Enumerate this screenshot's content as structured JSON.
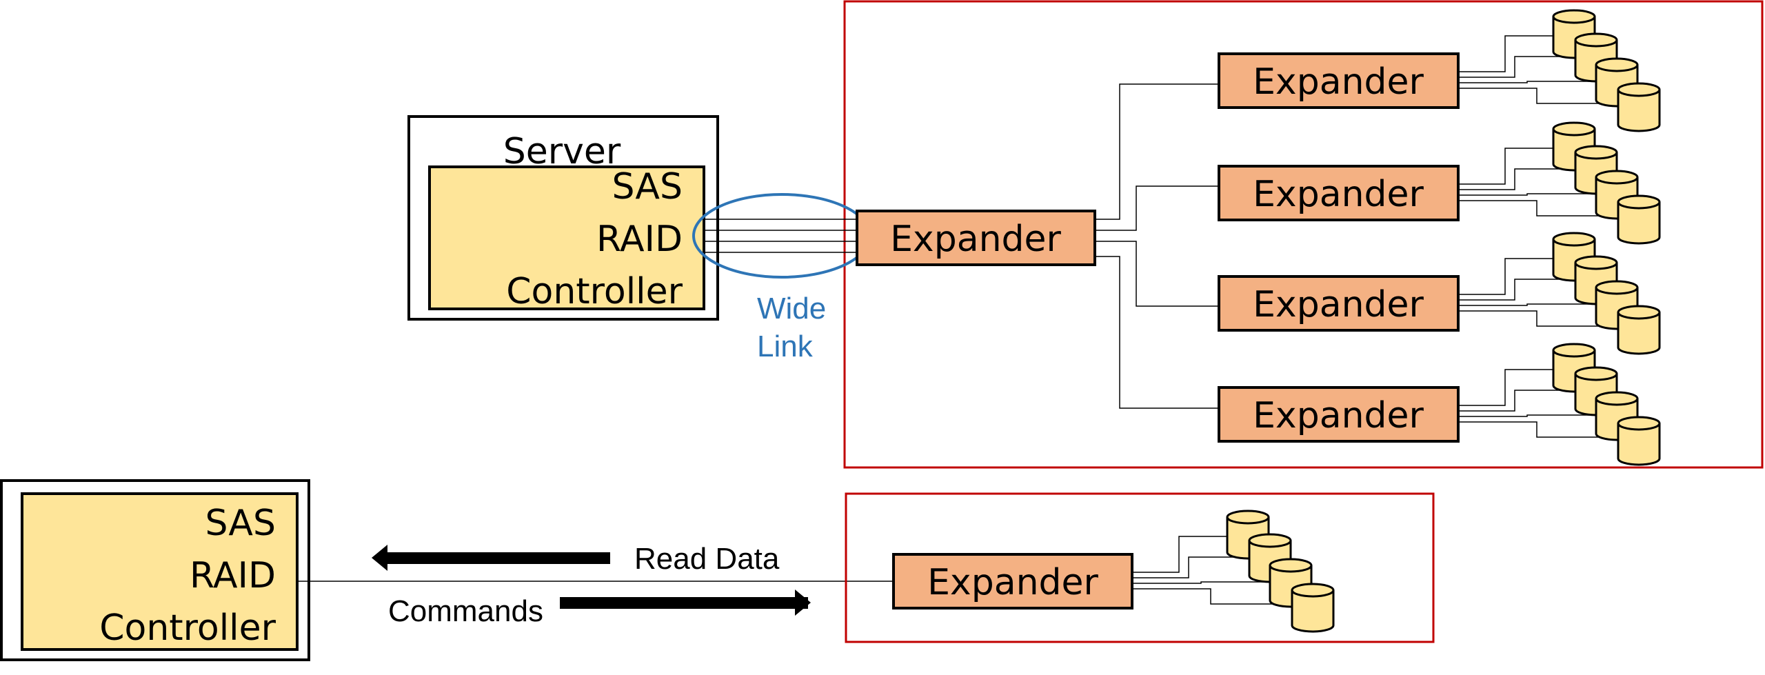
{
  "server": {
    "title": "Server",
    "controller_lines": [
      "SAS",
      "RAID",
      "Controller"
    ]
  },
  "wide_link": {
    "lines": [
      "Wide",
      "Link"
    ]
  },
  "expanders": {
    "main": "Expander",
    "downstream": [
      "Expander",
      "Expander",
      "Expander",
      "Expander"
    ],
    "bottom": "Expander"
  },
  "bottom_controller": {
    "lines": [
      "SAS",
      "RAID",
      "Controller"
    ]
  },
  "flows": {
    "read_data": "Read Data",
    "commands": "Commands"
  },
  "colors": {
    "controller_fill": "#FEE599",
    "expander_fill": "#F4B183",
    "disk_fill": "#FEE599",
    "enclosure_border": "#C00000",
    "wide_link": "#2E75B6",
    "outline": "#000000"
  }
}
